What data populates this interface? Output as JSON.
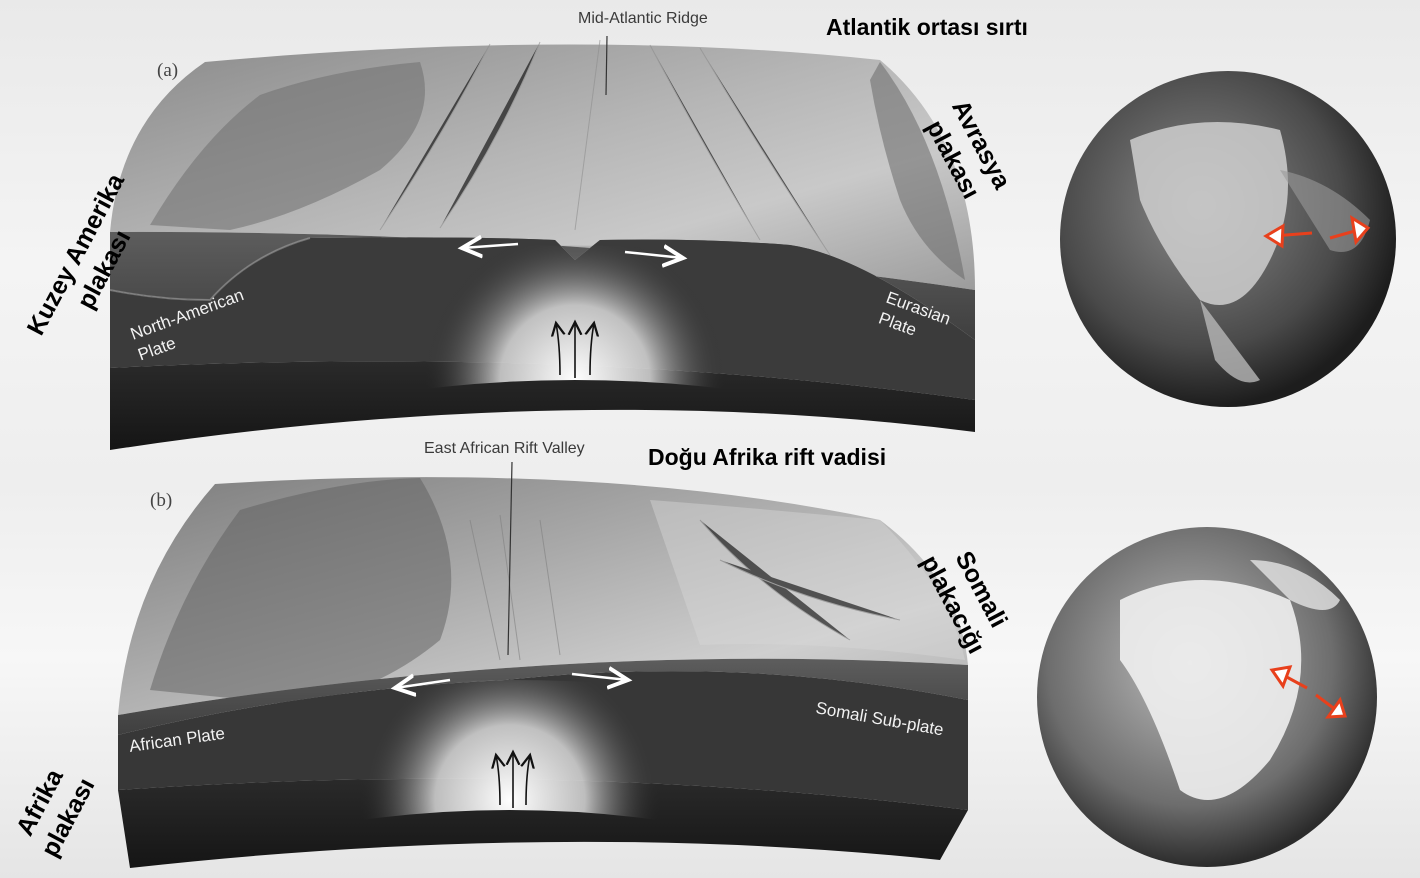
{
  "panel_a": {
    "label": "(a)",
    "callout": "Mid-Atlantic Ridge",
    "callout_tr": "Atlantik ortası sırtı",
    "left_plate": "North-American Plate",
    "right_plate": "Eurasian Plate",
    "left_plate_tr_line1": "Kuzey Amerika",
    "left_plate_tr_line2": "plakası",
    "right_plate_tr_line1": "Avrasya",
    "right_plate_tr_line2": "plakası"
  },
  "panel_b": {
    "label": "(b)",
    "callout": "East African Rift Valley",
    "callout_tr": "Doğu Afrika rift vadisi",
    "left_plate": "African Plate",
    "right_plate": "Somali Sub-plate",
    "left_plate_tr_line1": "Afrika",
    "left_plate_tr_line2": "plakası",
    "right_plate_tr_line1": "Somali",
    "right_plate_tr_line2": "plakacığı"
  },
  "colors": {
    "arrow": "#e8401c",
    "text_label": "#000000"
  },
  "icons": [
    "upwelling-arrows-icon",
    "divergence-arrow-icon",
    "globe-icon"
  ]
}
